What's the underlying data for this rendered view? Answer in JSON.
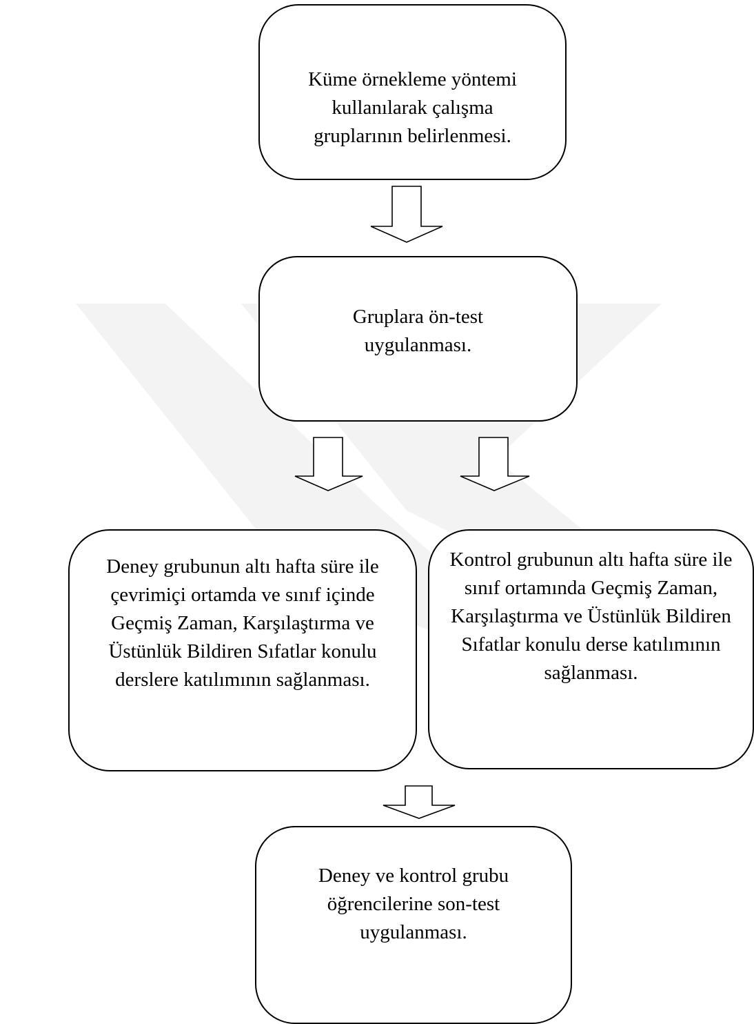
{
  "colors": {
    "stroke": "#000000",
    "background": "#ffffff",
    "watermark": "#f3f3f3"
  },
  "watermark": {
    "icon": "chevron-double-logo"
  },
  "steps": {
    "cluster_sampling": "Küme örnekleme yöntemi kullanılarak çalışma gruplarının belirlenmesi.",
    "pretest": "Gruplara ön-test uygulanması.",
    "experimental_group": "Deney grubunun altı hafta süre ile çevrimiçi ortamda ve sınıf içinde Geçmiş Zaman, Karşılaştırma ve Üstünlük Bildiren Sıfatlar konulu derslere katılımının sağlanması.",
    "control_group": "Kontrol grubunun altı hafta süre ile sınıf ortamında Geçmiş Zaman, Karşılaştırma ve Üstünlük Bildiren Sıfatlar konulu derse katılımının sağlanması.",
    "posttest": "Deney ve kontrol grubu öğrencilerine son-test uygulanması."
  },
  "arrows": {
    "icon": "hollow-down-arrow"
  }
}
